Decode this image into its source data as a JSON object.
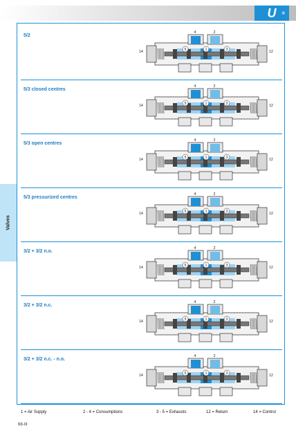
{
  "header": {
    "logo_text": "U",
    "logo_registered": "®",
    "brand_color": "#1e90d6"
  },
  "side_tab": {
    "label": "Valves"
  },
  "sections": [
    {
      "title": "5/2",
      "port_labels": [
        "4",
        "2",
        "5",
        "1",
        "3",
        "14",
        "12"
      ]
    },
    {
      "title": "5/3 closed centres",
      "port_labels": [
        "4",
        "2",
        "5",
        "1",
        "3",
        "14",
        "12"
      ]
    },
    {
      "title": "5/3 open centres",
      "port_labels": [
        "4",
        "2",
        "5",
        "1",
        "3",
        "14",
        "12"
      ]
    },
    {
      "title": "5/3 pressurized centres",
      "port_labels": [
        "4",
        "2",
        "5",
        "1",
        "3",
        "14",
        "12"
      ]
    },
    {
      "title": "3/2 + 3/2 n.o.",
      "port_labels": [
        "4",
        "2",
        "5",
        "1",
        "3",
        "14",
        "12"
      ]
    },
    {
      "title": "3/2 + 3/2  n.c.",
      "port_labels": [
        "4",
        "2",
        "5",
        "1",
        "3",
        "14",
        "12"
      ]
    },
    {
      "title": "3/2 + 3/2 n.c. - n.o.",
      "port_labels": [
        "4",
        "2",
        "5",
        "1",
        "3",
        "14",
        "12"
      ]
    }
  ],
  "legend": {
    "air_supply": "1 = Air Supply",
    "consumptions": "2 - 4 = Consumptions",
    "exhausts": "3 - 5 = Exhausts",
    "return": "12 = Return",
    "control": "14 = Control"
  },
  "page_number": "68-III"
}
